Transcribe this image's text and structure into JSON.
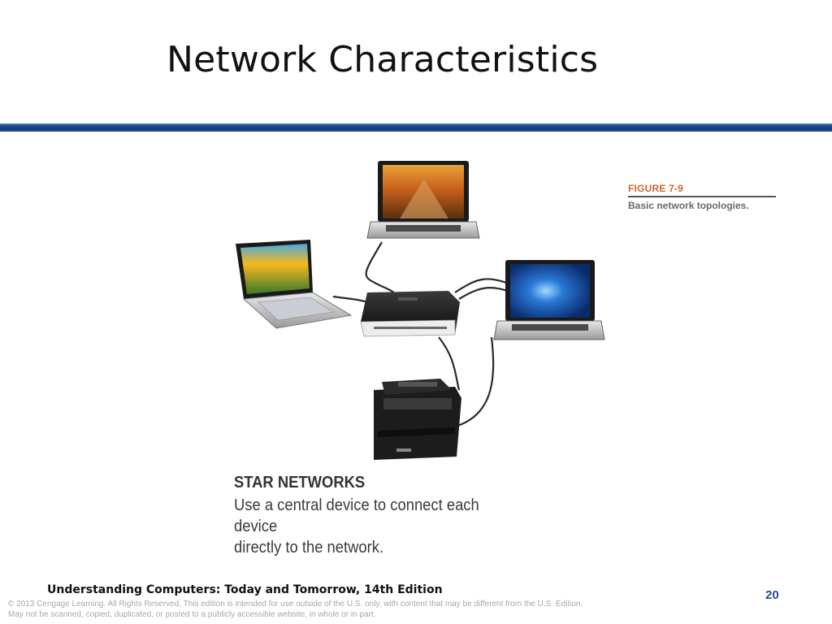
{
  "slide": {
    "title": "Network Characteristics",
    "page_number": "20"
  },
  "figure": {
    "label": "FIGURE 7-9",
    "caption": "Basic network topologies.",
    "heading": "STAR NETWORKS",
    "description_line1": "Use a central device to connect each device",
    "description_line2": "directly to the network.",
    "devices": [
      "laptop-top",
      "laptop-left",
      "laptop-right",
      "central-router",
      "printer"
    ]
  },
  "footer": {
    "book_title": "Understanding Computers: Today and Tomorrow, 14th Edition",
    "copyright_line1": "© 2013 Cengage Learning. All Rights Reserved. This edition is intended for use outside of the U.S. only, with content that may be different from the U.S. Edition.",
    "copyright_line2": "May not be scanned, copied, duplicated, or posted to a publicly accessible website, in whole or in part."
  },
  "colors": {
    "title_rule": "#1e4a8e",
    "figure_label": "#d0672e",
    "page_number": "#1f4e8c"
  }
}
